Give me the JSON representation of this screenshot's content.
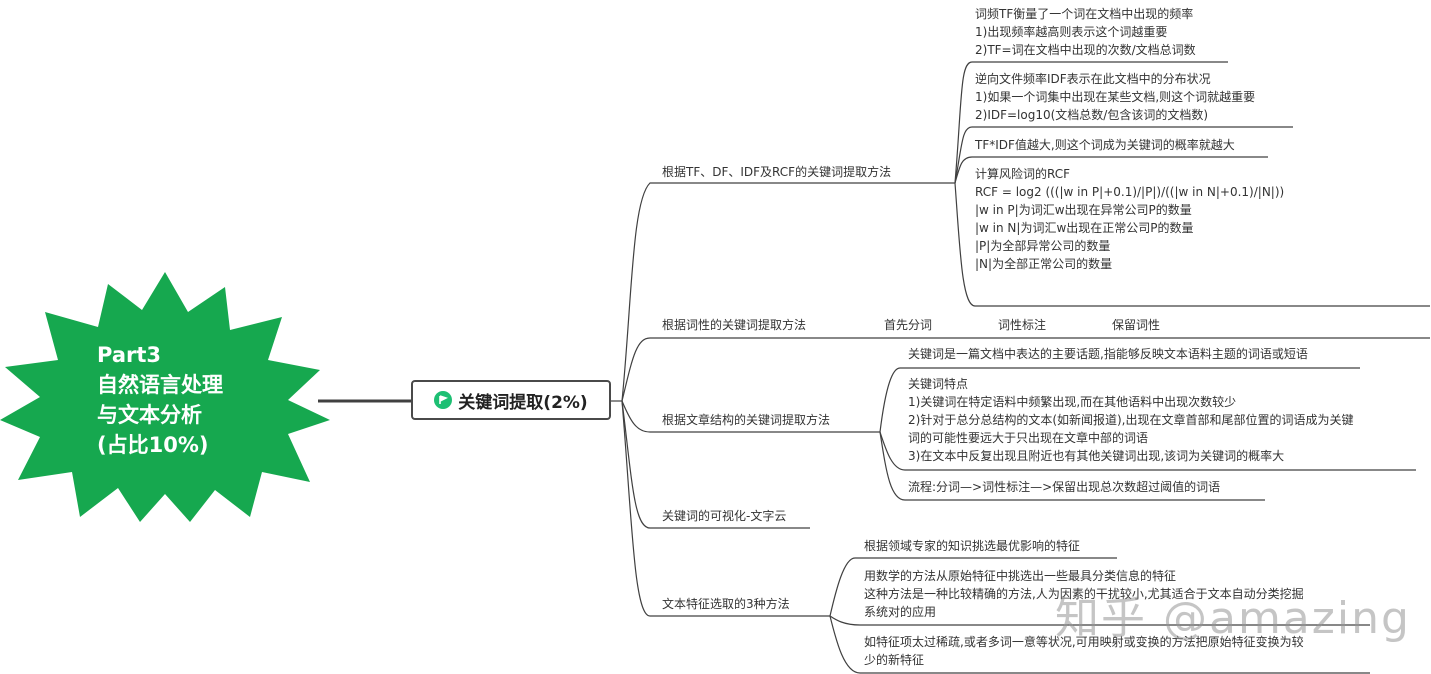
{
  "root": {
    "lines": [
      "Part3",
      "自然语言处理",
      "与文本分析",
      "(占比10%)"
    ],
    "color": "#16a84f",
    "text_color": "#ffffff"
  },
  "main_topic": {
    "label": "关键词提取(2%)",
    "icon": "flag-icon",
    "icon_color": "#1dbf73"
  },
  "branches": [
    {
      "label": "根据TF、DF、IDF及RCF的关键词提取方法",
      "children": [
        {
          "lines": [
            "词频TF衡量了一个词在文档中出现的频率",
            "1)出现频率越高则表示这个词越重要",
            "2)TF=词在文档中出现的次数/文档总词数"
          ]
        },
        {
          "lines": [
            "逆向文件频率IDF表示在此文档中的分布状况",
            "1)如果一个词集中出现在某些文档,则这个词就越重要",
            "2)IDF=log10(文档总数/包含该词的文档数)"
          ]
        },
        {
          "lines": [
            "TF*IDF值越大,则这个词成为关键词的概率就越大"
          ]
        },
        {
          "title": "计算风险词的RCF",
          "formula_lines": [
            "RCF = log2 (((|w in P|+0.1)/|P|)/((|w in N|+0.1)/|N|))",
            "|w in P|为词汇w出现在异常公司P的数量",
            "|w in N|为词汇w出现在正常公司P的数量",
            "|P|为全部异常公司的数量",
            "|N|为全部正常公司的数量"
          ]
        }
      ]
    },
    {
      "label": "根据词性的关键词提取方法",
      "steps": [
        "首先分词",
        "词性标注",
        "保留词性"
      ]
    },
    {
      "label": "根据文章结构的关键词提取方法",
      "children": [
        {
          "lines": [
            "关键词是一篇文档中表达的主要话题,指能够反映文本语料主题的词语或短语"
          ]
        },
        {
          "lines": [
            "关键词特点",
            "1)关键词在特定语料中频繁出现,而在其他语料中出现次数较少",
            "2)针对于总分总结构的文本(如新闻报道),出现在文章首部和尾部位置的词语成为关键",
            "词的可能性要远大于只出现在文章中部的词语",
            "3)在文本中反复出现且附近也有其他关键词出现,该词为关键词的概率大"
          ]
        },
        {
          "lines": [
            "流程:分词—>词性标注—>保留出现总次数超过阈值的词语"
          ]
        }
      ]
    },
    {
      "label": "关键词的可视化-文字云"
    },
    {
      "label": "文本特征选取的3种方法",
      "children": [
        {
          "lines": [
            "根据领域专家的知识挑选最优影响的特征"
          ]
        },
        {
          "lines": [
            "用数学的方法从原始特征中挑选出一些最具分类信息的特征",
            "这种方法是一种比较精确的方法,人为因素的干扰较小,尤其适合于文本自动分类挖掘",
            "系统对的应用"
          ]
        },
        {
          "lines": [
            "如特征项太过稀疏,或者多词一意等状况,可用映射或变换的方法把原始特征变换为较",
            "少的新特征"
          ]
        }
      ]
    }
  ],
  "watermark": "知乎 @amazing",
  "line_color": "#404040"
}
